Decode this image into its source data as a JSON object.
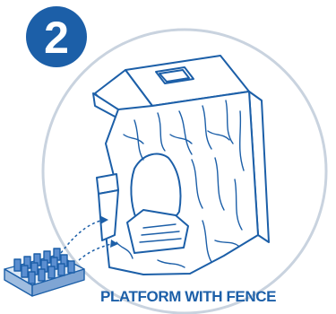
{
  "step": {
    "number": "2"
  },
  "caption": {
    "text": "PLATFORM WITH FENCE"
  },
  "colors": {
    "accent": "#1c5fa8",
    "line_art": "#1c5fa8",
    "circle_outline": "#c9d3df",
    "badge_text": "#ffffff"
  },
  "icons": {
    "badge": "step-number-badge",
    "structure": "rock-cliff-structure",
    "part": "platform-fence-piece",
    "pointer": "dashed-arrow"
  }
}
